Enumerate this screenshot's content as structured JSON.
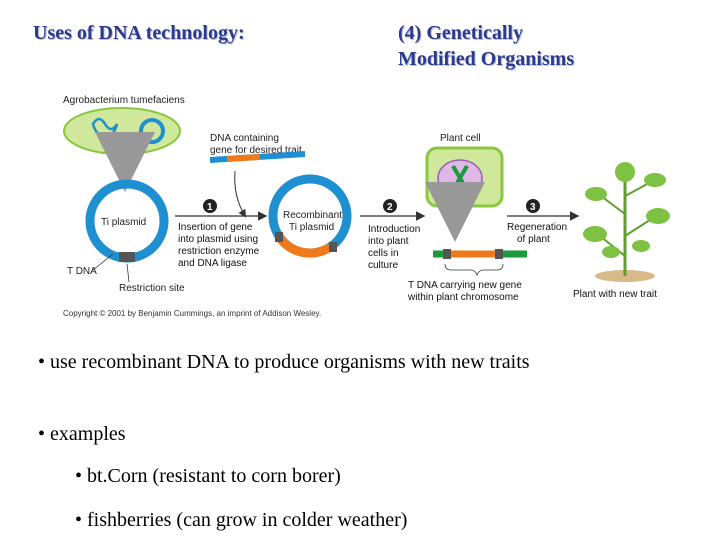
{
  "title_left": "Uses of DNA technology:",
  "title_right_line1": "(4) Genetically",
  "title_right_line2": "Modified Organisms",
  "figure": {
    "agrobacterium": "Agrobacterium tumefaciens",
    "dna_label_1": "DNA containing",
    "dna_label_2": "gene for desired trait",
    "plant_cell": "Plant cell",
    "ti_plasmid": "Ti plasmid",
    "recombinant_1": "Recombinant",
    "recombinant_2": "Ti plasmid",
    "step1": "1",
    "step2": "2",
    "step3": "3",
    "insertion_1": "Insertion of gene",
    "insertion_2": "into plasmid using",
    "insertion_3": "restriction enzyme",
    "insertion_4": "and DNA ligase",
    "intro_1": "Introduction",
    "intro_2": "into plant",
    "intro_3": "cells in",
    "intro_4": "culture",
    "regen_1": "Regeneration",
    "regen_2": "of plant",
    "t_dna": "T DNA",
    "restriction_site": "Restriction site",
    "tdna_carrying_1": "T DNA carrying new gene",
    "tdna_carrying_2": "within plant chromosome",
    "plant_new_trait": "Plant with new trait",
    "copyright": "Copyright © 2001 by Benjamin Cummings, an imprint of Addison Wesley."
  },
  "bullets": {
    "b1": "•  use recombinant DNA to produce organisms with new traits",
    "b2": "• examples",
    "b3": "• bt.Corn (resistant to corn borer)",
    "b4": "• fishberries (can grow in colder weather)"
  },
  "colors": {
    "title": "#2b3a8c",
    "plasmid_blue": "#1e8fd0",
    "gene_orange": "#f07a1a",
    "cell_green": "#8cc63f",
    "plant_green": "#7dc242"
  }
}
